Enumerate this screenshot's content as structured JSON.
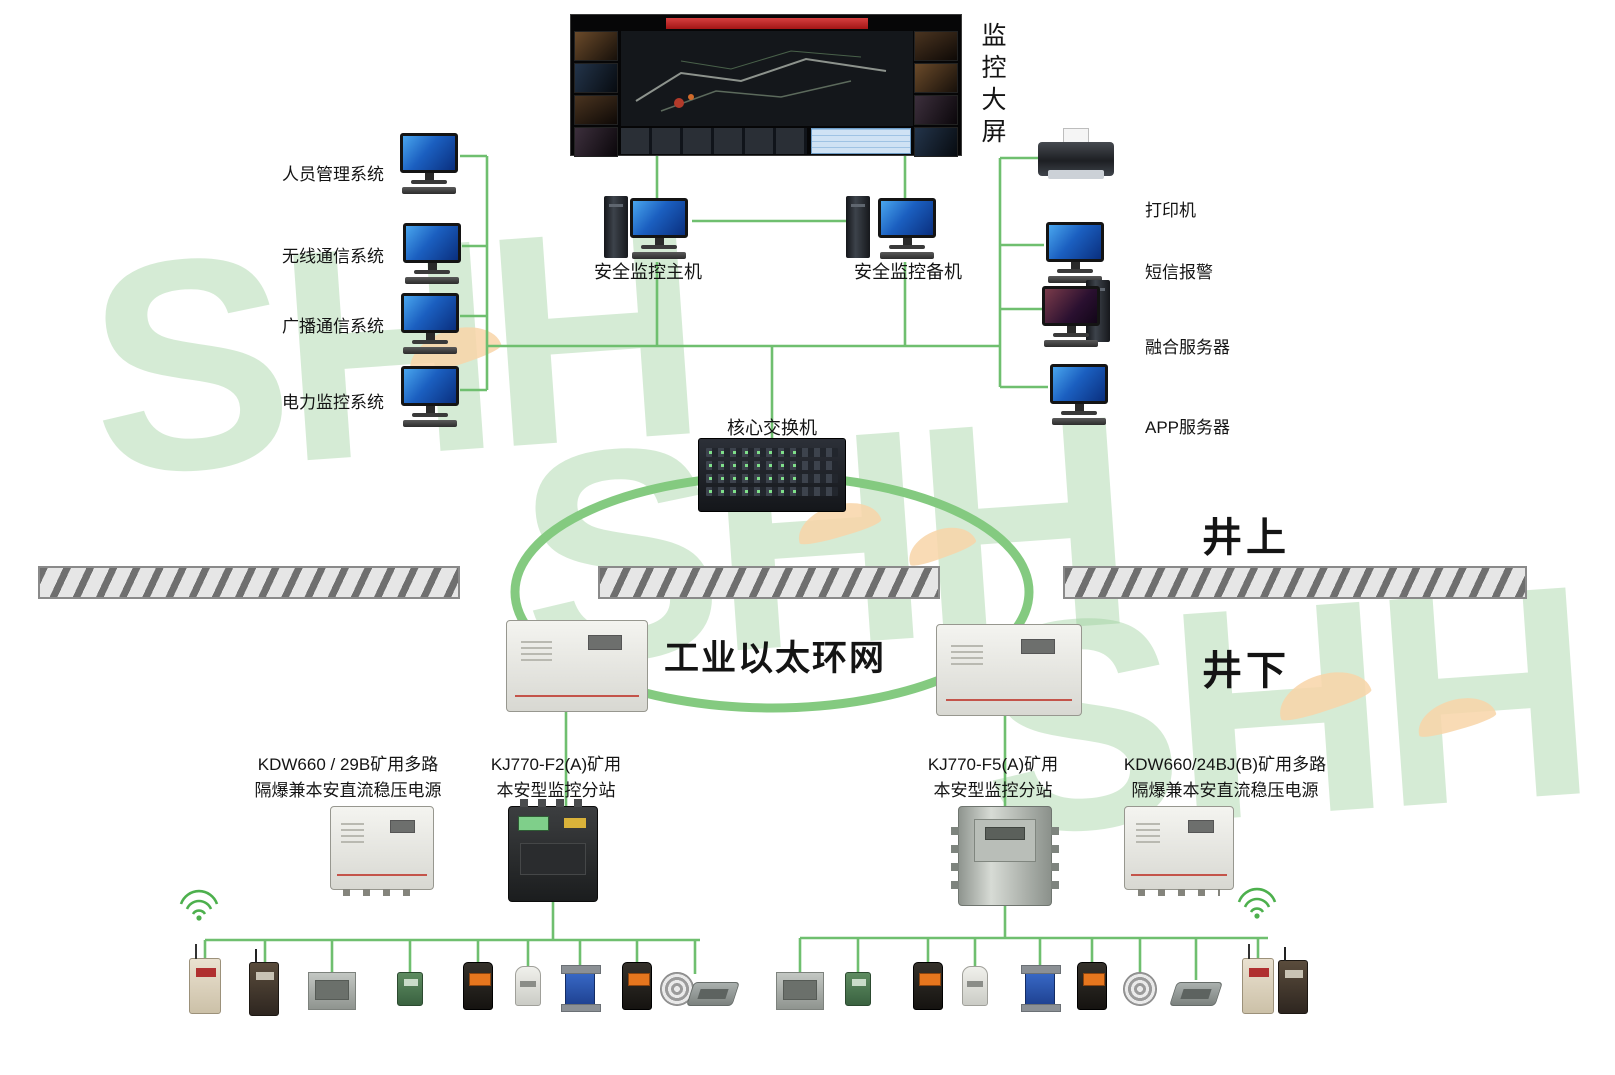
{
  "watermark": {
    "text": "SHH"
  },
  "screen": {
    "label": "监控大屏"
  },
  "left_systems": {
    "items": [
      {
        "label": "人员管理系统"
      },
      {
        "label": "无线通信系统"
      },
      {
        "label": "广播通信系统"
      },
      {
        "label": "电力监控系统"
      }
    ]
  },
  "hosts": {
    "main": "安全监控主机",
    "backup": "安全监控备机"
  },
  "switch": {
    "label": "核心交换机"
  },
  "right_systems": {
    "items": [
      {
        "label": "打印机"
      },
      {
        "label": "短信报警"
      },
      {
        "label": "融合服务器"
      },
      {
        "label": "APP服务器"
      }
    ]
  },
  "ring": {
    "label": "工业以太环网"
  },
  "zones": {
    "above": "井上",
    "below": "井下"
  },
  "stations": {
    "power_left": {
      "line1": "KDW660 / 29B矿用多路",
      "line2": "隔爆兼本安直流稳压电源"
    },
    "substation_left": {
      "line1": "KJ770-F2(A)矿用",
      "line2": "本安型监控分站"
    },
    "substation_right": {
      "line1": "KJ770-F5(A)矿用",
      "line2": "本安型监控分站"
    },
    "power_right": {
      "line1": "KDW660/24BJ(B)矿用多路",
      "line2": "隔爆兼本安直流稳压电源"
    }
  },
  "colors": {
    "line_green": "#6fbf6f",
    "ring_green": "#84ca80"
  }
}
